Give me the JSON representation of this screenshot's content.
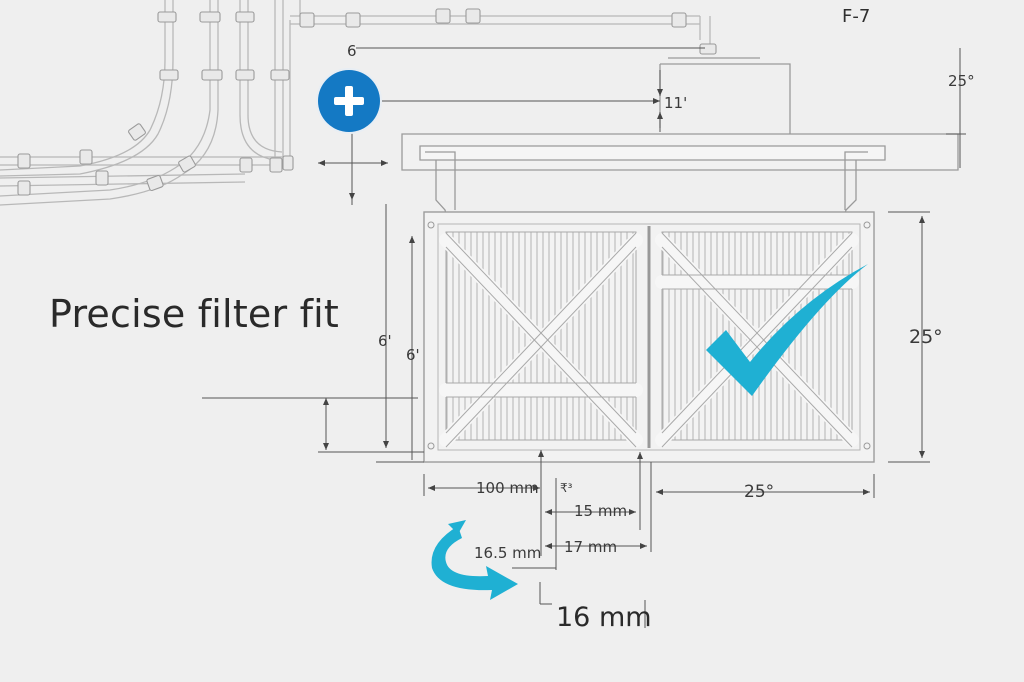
{
  "figure_id": "F-7",
  "headline": "Precise filter fit",
  "accent_colors": {
    "plus_button": "#1479c4",
    "check_mark": "#1fb0d3",
    "rotate_arrow": "#1fb0d3"
  },
  "icons": [
    "plus-icon",
    "checkmark-icon",
    "rotate-arrow-icon"
  ],
  "dimensions": {
    "duct_drop": "6",
    "top_right_height": "25°",
    "plenum_gap": "11'",
    "left_height_outer": "6'",
    "left_height_inner": "6'",
    "right_height": "25°",
    "width_left": "100 mm",
    "width_right": "25°",
    "small_mark": "₹³",
    "gap_a": "15 mm",
    "gap_b": "17 mm",
    "offset": "16.5 mm",
    "final": "16 mm"
  }
}
